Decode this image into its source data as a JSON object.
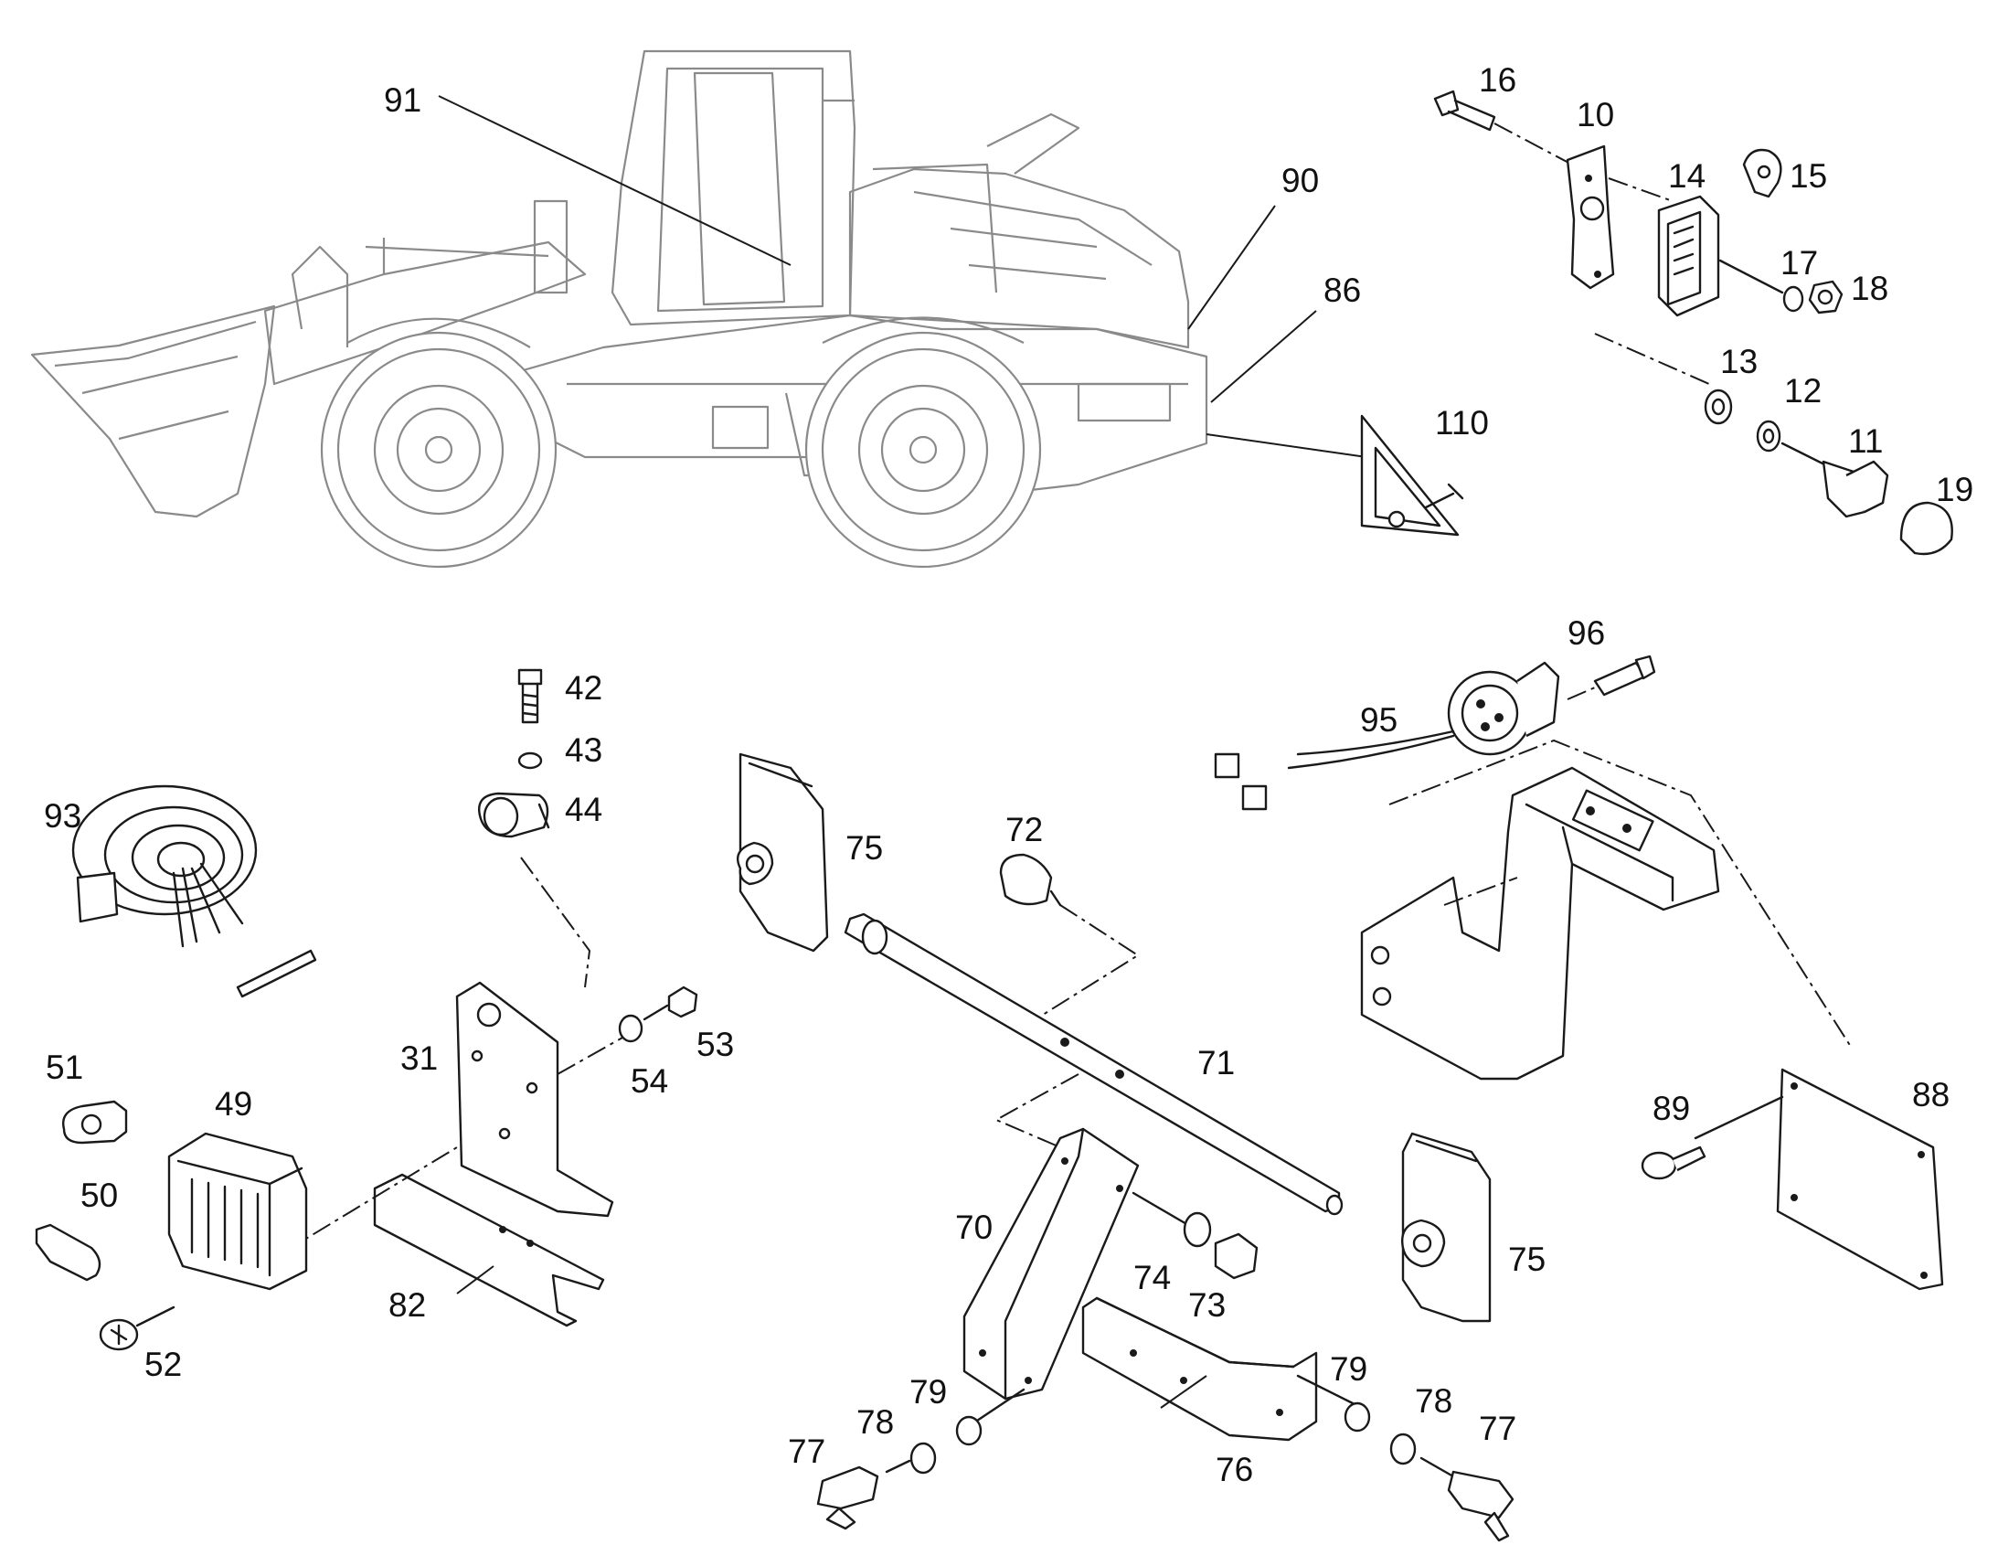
{
  "part_labels": {
    "p91": "91",
    "p90": "90",
    "p86": "86",
    "p110": "110",
    "p16": "16",
    "p10": "10",
    "p14": "14",
    "p15": "15",
    "p17": "17",
    "p18": "18",
    "p13": "13",
    "p12": "12",
    "p11": "11",
    "p19": "19",
    "p42": "42",
    "p43": "43",
    "p44": "44",
    "p93": "93",
    "p31": "31",
    "p53": "53",
    "p54": "54",
    "p51": "51",
    "p49": "49",
    "p50": "50",
    "p52": "52",
    "p82": "82",
    "p75a": "75",
    "p72": "72",
    "p71": "71",
    "p70": "70",
    "p74": "74",
    "p73": "73",
    "p75b": "75",
    "p76": "76",
    "p77a": "77",
    "p78a": "78",
    "p79a": "79",
    "p79b": "79",
    "p78b": "78",
    "p77b": "77",
    "p96": "96",
    "p95": "95",
    "p89": "89",
    "p88": "88"
  },
  "colors": {
    "line": "#1a1a1a",
    "machine_outline": "#8a8a8a",
    "background": "#ffffff"
  }
}
